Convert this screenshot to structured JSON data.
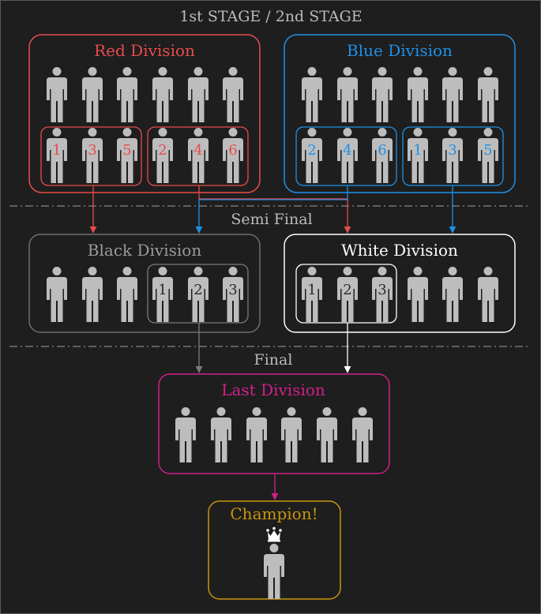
{
  "stages": {
    "first": "1st STAGE / 2nd STAGE",
    "semi": "Semi Final",
    "final": "Final"
  },
  "divisions": {
    "red": {
      "title": "Red Division",
      "color": "#e84b4b",
      "group_a": [
        "1",
        "3",
        "5"
      ],
      "group_b": [
        "2",
        "4",
        "6"
      ]
    },
    "blue": {
      "title": "Blue Division",
      "color": "#1e90e8",
      "group_a": [
        "2",
        "4",
        "6"
      ],
      "group_b": [
        "1",
        "3",
        "5"
      ]
    },
    "black": {
      "title": "Black Division",
      "color": "#7a7a7a",
      "title_color": "#9a9a9a",
      "group": [
        "1",
        "2",
        "3"
      ]
    },
    "white": {
      "title": "White Division",
      "color": "#ffffff",
      "group": [
        "1",
        "2",
        "3"
      ]
    },
    "last": {
      "title": "Last Division",
      "color": "#d0208a"
    },
    "champion": {
      "title": "Champion!",
      "color": "#c8960c"
    }
  },
  "icons": {
    "person": "person-icon",
    "crown": "crown-icon"
  },
  "colors": {
    "background": "#1e1e1e",
    "figure": "#bdbdbd",
    "divider": "#a0a0a0"
  }
}
